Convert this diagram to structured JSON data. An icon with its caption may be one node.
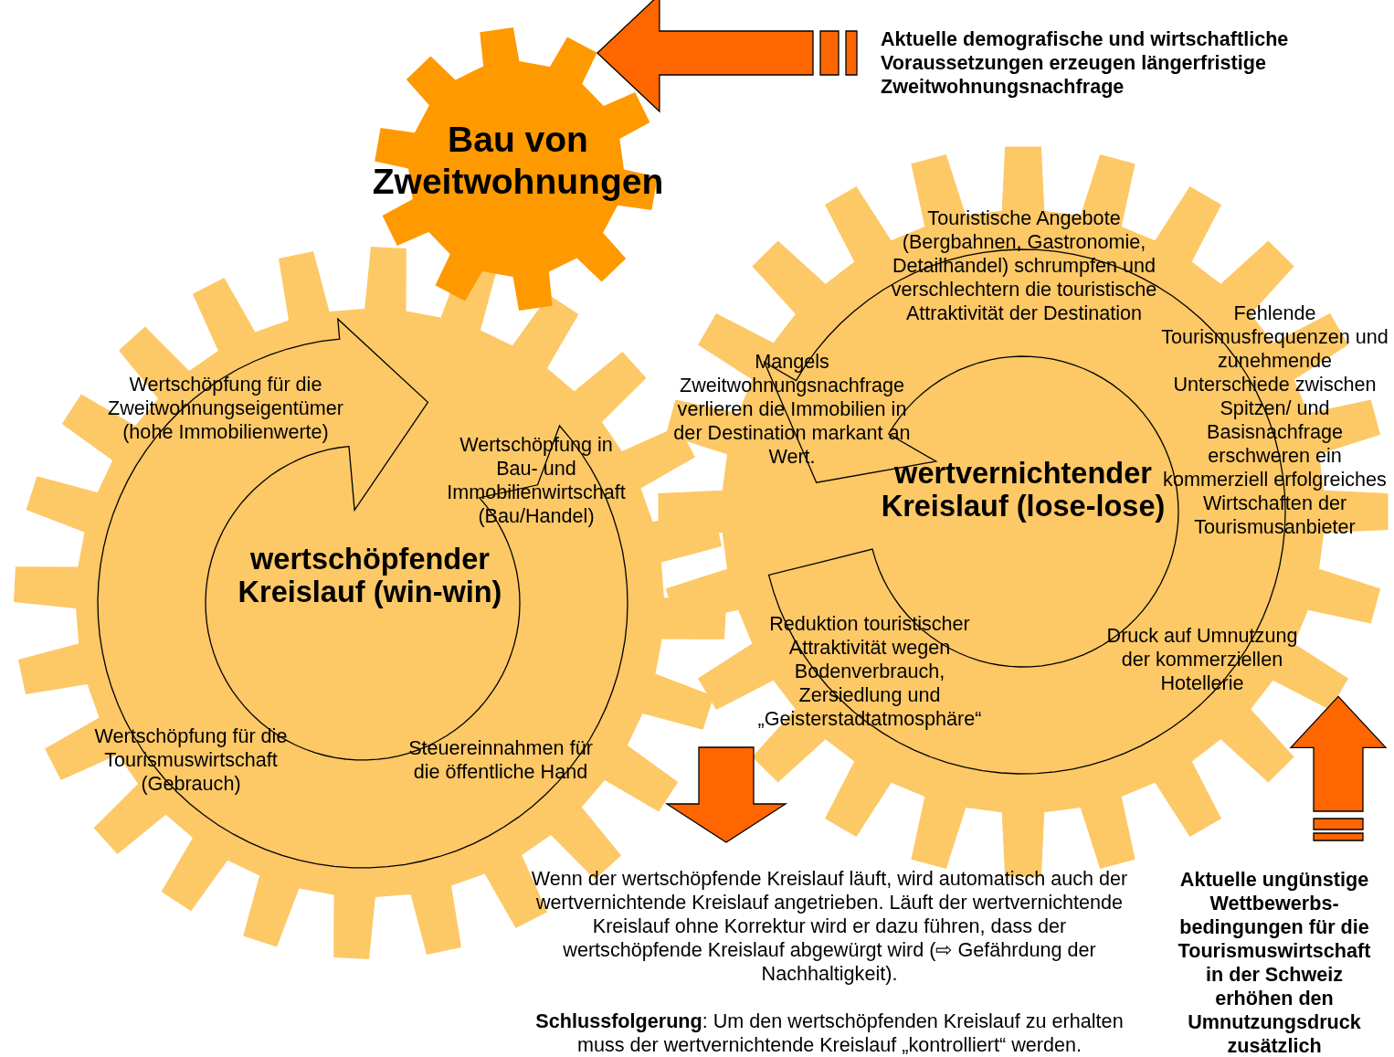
{
  "diagram": {
    "nodes": [
      {
        "text": [
          "Bau von Zweitwohnungen"
        ]
      },
      {
        "text": [
          "Wertschöpfung für die Zweitwohnungseigentümer (hohe Immobilienwerte)",
          "Wertschöpfung in Bau- und Immobilienwirtschaft (Bau/Handel)",
          "wertschöpfender Kreislauf (win-win)",
          "Wertschöpfung für die Tourismuswirtschaft (Gebrauch)",
          "Steuereinnahmen für die öffentliche Hand"
        ]
      },
      {
        "text": [
          "Touristische Angebote (Bergbahnen, Gastronomie, Detailhandel) schrumpfen und verschlechtern die touristische Attraktivität der Destination",
          "Fehlende Tourismusfrequenzen und zunehmende Unterschiede zwischen Spitzen/ und Basisnachfrage erschweren ein kommerziell erfolgreiches Wirtschaften der Tourismusanbieter",
          "Mangels Zweitwohnungsnachfrage verlieren die Immobilien in der Destination markant an Wert.",
          "wertvernichtender Kreislauf (lose-lose)",
          "Reduktion touristischer Attraktivität wegen Bodenverbrauch, Zersiedlung und „Geisterstadtatmosphäre“",
          "Druck auf Umnutzung der kommerziellen Hotellerie"
        ]
      },
      {
        "text": [
          "Aktuelle demografische und wirtschaftliche Voraussetzungen erzeugen längerfristige Zweitwohnungsnachfrage"
        ]
      },
      {
        "text": [
          "Wenn der wertschöpfende Kreislauf läuft, wird automatisch auch der wertvernichtende Kreislauf angetrieben. Läuft der wertvernichtende Kreislauf ohne Korrektur wird er dazu führen, dass der wertschöpfende Kreislauf abgewürgt wird (⇨ Gefährdung der Nachhaltigkeit).",
          "**Schlussfolgerung**: Um den wertschöpfenden Kreislauf zu erhalten muss der wertvernichtende Kreislauf „kontrolliert“ werden."
        ]
      },
      {
        "text": [
          "Aktuelle ungünstige Wettbewerbs- bedingungen für die Tourismuswirtschaft in der Schweiz erhöhen den Umnutzungsdruck zusätzlich"
        ]
      }
    ],
    "edges": [
      {
        "from": 3,
        "to": 0,
        "arrow": "to"
      },
      {
        "from": null,
        "to": 4,
        "arrow": "to"
      },
      {
        "from": 5,
        "to": 2,
        "arrow": "to"
      }
    ]
  }
}
